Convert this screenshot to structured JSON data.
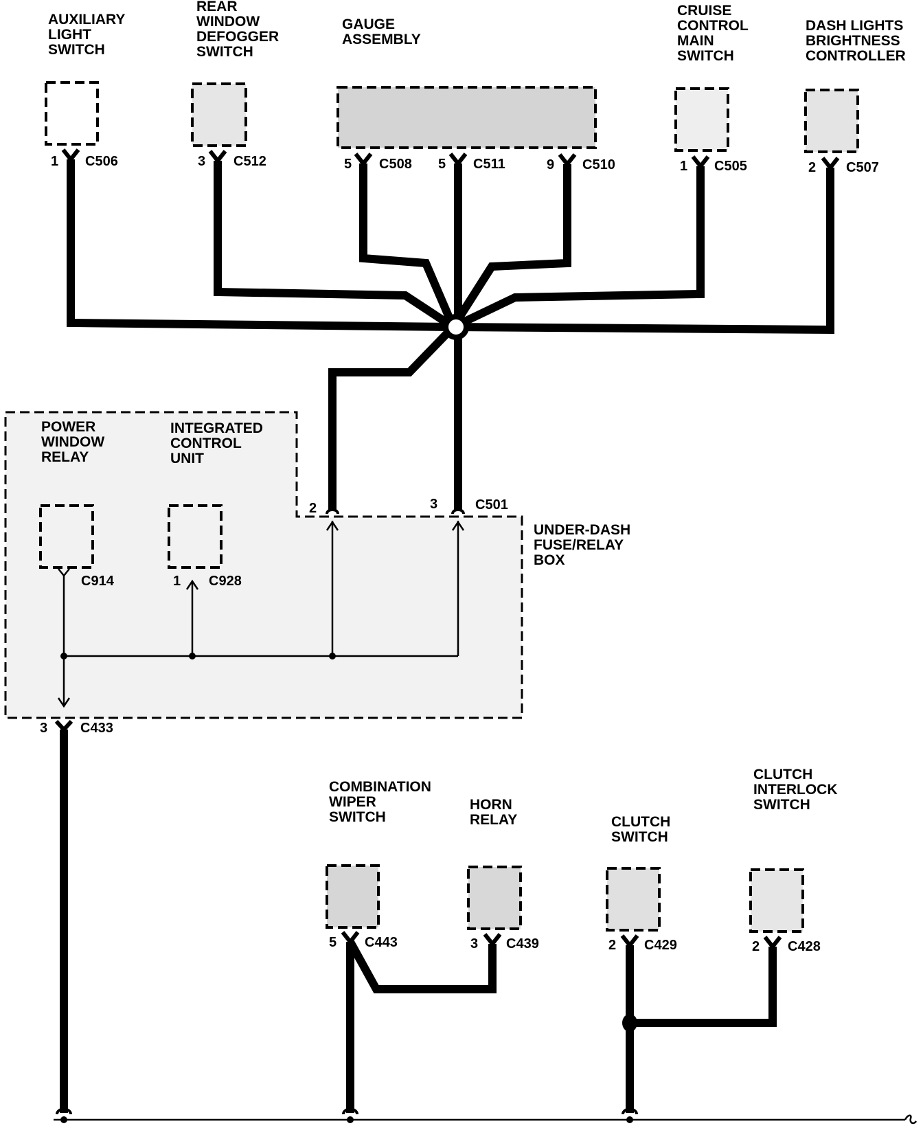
{
  "components": {
    "auxiliary_light_switch": [
      "AUXILIARY",
      "LIGHT",
      "SWITCH"
    ],
    "rear_window_defogger_switch": [
      "REAR",
      "WINDOW",
      "DEFOGGER",
      "SWITCH"
    ],
    "gauge_assembly": [
      "GAUGE",
      "ASSEMBLY"
    ],
    "cruise_control_main_switch": [
      "CRUISE",
      "CONTROL",
      "MAIN",
      "SWITCH"
    ],
    "dash_lights_brightness_controller": [
      "DASH LIGHTS",
      "BRIGHTNESS",
      "CONTROLLER"
    ],
    "power_window_relay": [
      "POWER",
      "WINDOW",
      "RELAY"
    ],
    "integrated_control_unit": [
      "INTEGRATED",
      "CONTROL",
      "UNIT"
    ],
    "under_dash_fuse_relay_box": [
      "UNDER-DASH",
      "FUSE/RELAY",
      "BOX"
    ],
    "combination_wiper_switch": [
      "COMBINATION",
      "WIPER",
      "SWITCH"
    ],
    "horn_relay": [
      "HORN",
      "RELAY"
    ],
    "clutch_switch": [
      "CLUTCH",
      "SWITCH"
    ],
    "clutch_interlock_switch": [
      "CLUTCH",
      "INTERLOCK",
      "SWITCH"
    ]
  },
  "connectors": {
    "c506": {
      "pin": "1",
      "name": "C506"
    },
    "c512": {
      "pin": "3",
      "name": "C512"
    },
    "c508": {
      "pin": "5",
      "name": "C508"
    },
    "c511": {
      "pin": "5",
      "name": "C511"
    },
    "c510": {
      "pin": "9",
      "name": "C510"
    },
    "c505": {
      "pin": "1",
      "name": "C505"
    },
    "c507": {
      "pin": "2",
      "name": "C507"
    },
    "c501": {
      "pin_a": "2",
      "pin_b": "3",
      "name": "C501"
    },
    "c914": {
      "name": "C914"
    },
    "c928": {
      "pin": "1",
      "name": "C928"
    },
    "c433": {
      "pin": "3",
      "name": "C433"
    },
    "c443": {
      "pin": "5",
      "name": "C443"
    },
    "c439": {
      "pin": "3",
      "name": "C439"
    },
    "c429": {
      "pin": "2",
      "name": "C429"
    },
    "c428": {
      "pin": "2",
      "name": "C428"
    }
  }
}
